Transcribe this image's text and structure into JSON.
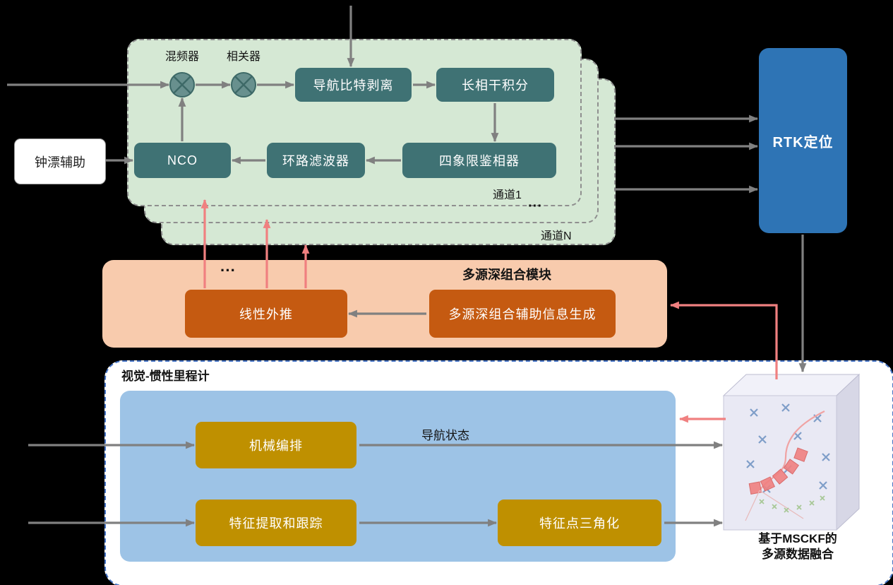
{
  "colors": {
    "background": "#000000",
    "channel_fill": "#d5e8d4",
    "teal_node": "#3f7274",
    "rtk_blue": "#2e74b5",
    "deep_module_fill": "#f8cbad",
    "deep_node_orange": "#c55a11",
    "vio_inner_fill": "#9dc3e6",
    "vio_node_gold": "#bf9000",
    "arrow_gray": "#808080",
    "arrow_pink": "#f08080"
  },
  "channels": {
    "mixer_label": "混频器",
    "correlator_label": "相关器",
    "nav_bit_strip": "导航比特剥离",
    "long_coherent_integration": "长相干积分",
    "nco": "NCO",
    "loop_filter": "环路滤波器",
    "quadrant_discriminator": "四象限鉴相器",
    "channel_1": "通道1",
    "channel_n": "通道N",
    "ellipsis": "···"
  },
  "clock_drift_aid": "钟漂辅助",
  "rtk_label": "RTK定位",
  "deep_integration": {
    "title": "多源深组合模块",
    "ellipsis": "···",
    "linear_extrapolation": "线性外推",
    "aux_info_generation": "多源深组合辅助信息生成"
  },
  "vio": {
    "title": "视觉-惯性里程计",
    "mechanization": "机械编排",
    "nav_state_label": "导航状态",
    "feature_extraction_tracking": "特征提取和跟踪",
    "feature_triangulation": "特征点三角化",
    "msckf_caption_line1": "基于MSCKF的",
    "msckf_caption_line2": "多源数据融合"
  }
}
